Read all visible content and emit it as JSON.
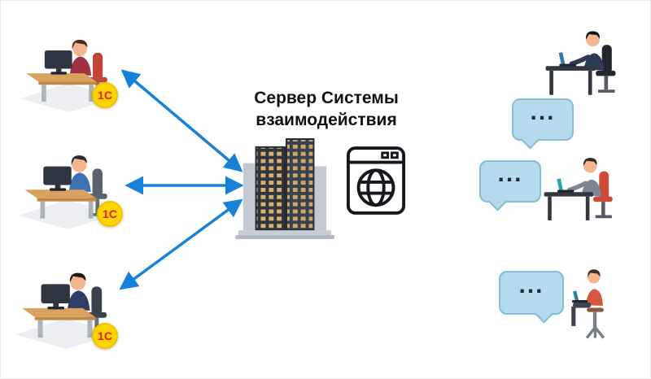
{
  "title": "Сервер Системы взаимодействия",
  "colors": {
    "arrow": "#1581d8",
    "bubble": "#b5daeb",
    "bubble-border": "#85bcd6",
    "bubble-text": "#1d2b36",
    "badge-bg": "#ffd500",
    "badge-text": "#e31e24"
  },
  "workstations": [
    {
      "badge": "1С"
    },
    {
      "badge": "1С"
    },
    {
      "badge": "1С"
    }
  ],
  "chat_users": [
    {
      "bubble": "..."
    },
    {
      "bubble": "..."
    },
    {
      "bubble": "..."
    }
  ],
  "icons": {
    "server": "server-building-icon",
    "browser": "browser-globe-icon",
    "arrows": "double-headed-arrow"
  }
}
